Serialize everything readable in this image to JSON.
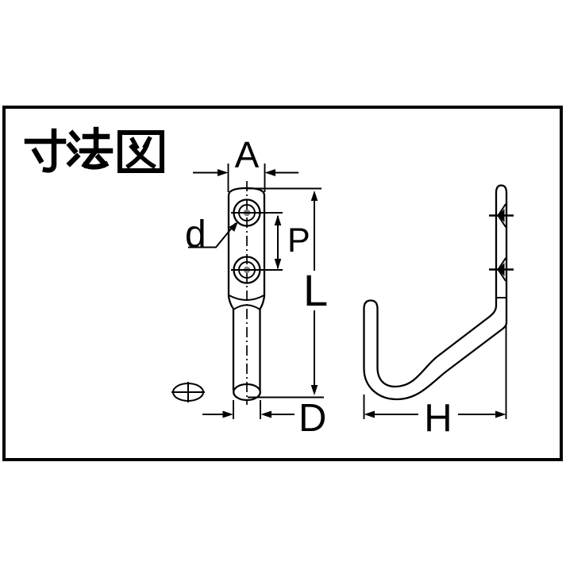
{
  "title": "寸法図",
  "drawing_type": "technical-dimension-diagram",
  "part": "J-hook with mounting plate, front view and side view",
  "front_view": {
    "width_label": "A",
    "hole_diameter_label": "d",
    "hole_pitch_label": "P",
    "length_label": "L",
    "rod_diameter_label": "D",
    "hole_count": 2
  },
  "side_view": {
    "depth_label": "H"
  },
  "colors": {
    "line": "#000000",
    "background": "#ffffff",
    "hole_center": "#7d7d7d"
  }
}
